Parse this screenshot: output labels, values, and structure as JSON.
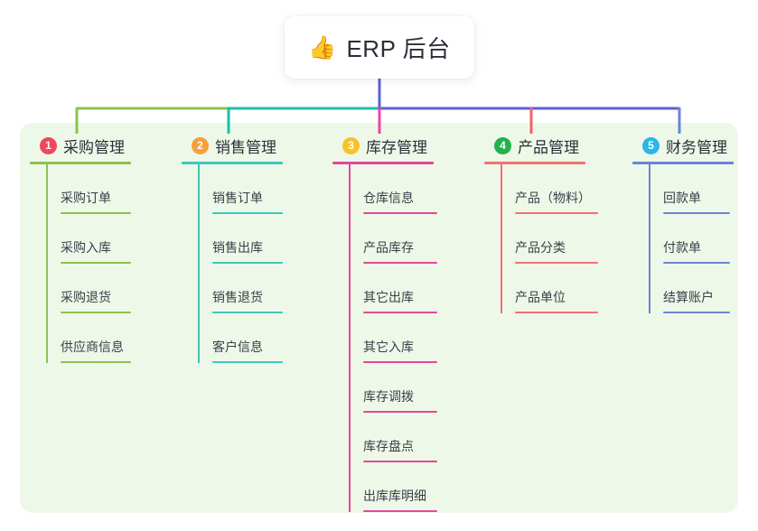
{
  "root": {
    "icon": "thumbs-up-emoji",
    "emoji": "👍",
    "title": "ERP 后台"
  },
  "panel": {
    "background_color": "#eef8e8"
  },
  "connector_colors": {
    "stem": "#5b5fd0",
    "segment_1": "#7cbb4b",
    "segment_2": "#18bfad",
    "segment_3": "#5b5fd0",
    "segment_4": "#5b5fd0",
    "drop_1": "#7cbb4b",
    "drop_2": "#18bfad",
    "drop_3": "#e8489f",
    "drop_4": "#f4626a",
    "drop_5": "#5b5fd0"
  },
  "columns": [
    {
      "number": "1",
      "title": "采购管理",
      "badge_color": "#f0475f",
      "line_color": "#8cc152",
      "rule_width": 112,
      "leaf_rule_width": 78,
      "items": [
        {
          "label": "采购订单"
        },
        {
          "label": "采购入库"
        },
        {
          "label": "采购退货"
        },
        {
          "label": "供应商信息"
        }
      ]
    },
    {
      "number": "2",
      "title": "销售管理",
      "badge_color": "#f5a03c",
      "line_color": "#3ec7bd",
      "rule_width": 112,
      "leaf_rule_width": 78,
      "items": [
        {
          "label": "销售订单"
        },
        {
          "label": "销售出库"
        },
        {
          "label": "销售退货"
        },
        {
          "label": "客户信息"
        }
      ]
    },
    {
      "number": "3",
      "title": "库存管理",
      "badge_color": "#f7c325",
      "line_color": "#e3489b",
      "rule_width": 112,
      "leaf_rule_width": 82,
      "items": [
        {
          "label": "仓库信息"
        },
        {
          "label": "产品库存"
        },
        {
          "label": "其它出库"
        },
        {
          "label": "其它入库"
        },
        {
          "label": "库存调拨"
        },
        {
          "label": "库存盘点"
        },
        {
          "label": "出库库明细"
        }
      ]
    },
    {
      "number": "4",
      "title": "产品管理",
      "badge_color": "#22b14c",
      "line_color": "#f4706f",
      "rule_width": 112,
      "leaf_rule_width": 92,
      "items": [
        {
          "label": "产品（物料）"
        },
        {
          "label": "产品分类"
        },
        {
          "label": "产品单位"
        }
      ]
    },
    {
      "number": "5",
      "title": "财务管理",
      "badge_color": "#29b6ea",
      "line_color": "#6a84d8",
      "rule_width": 112,
      "leaf_rule_width": 74,
      "items": [
        {
          "label": "回款单"
        },
        {
          "label": "付款单"
        },
        {
          "label": "结算账户"
        }
      ]
    }
  ]
}
